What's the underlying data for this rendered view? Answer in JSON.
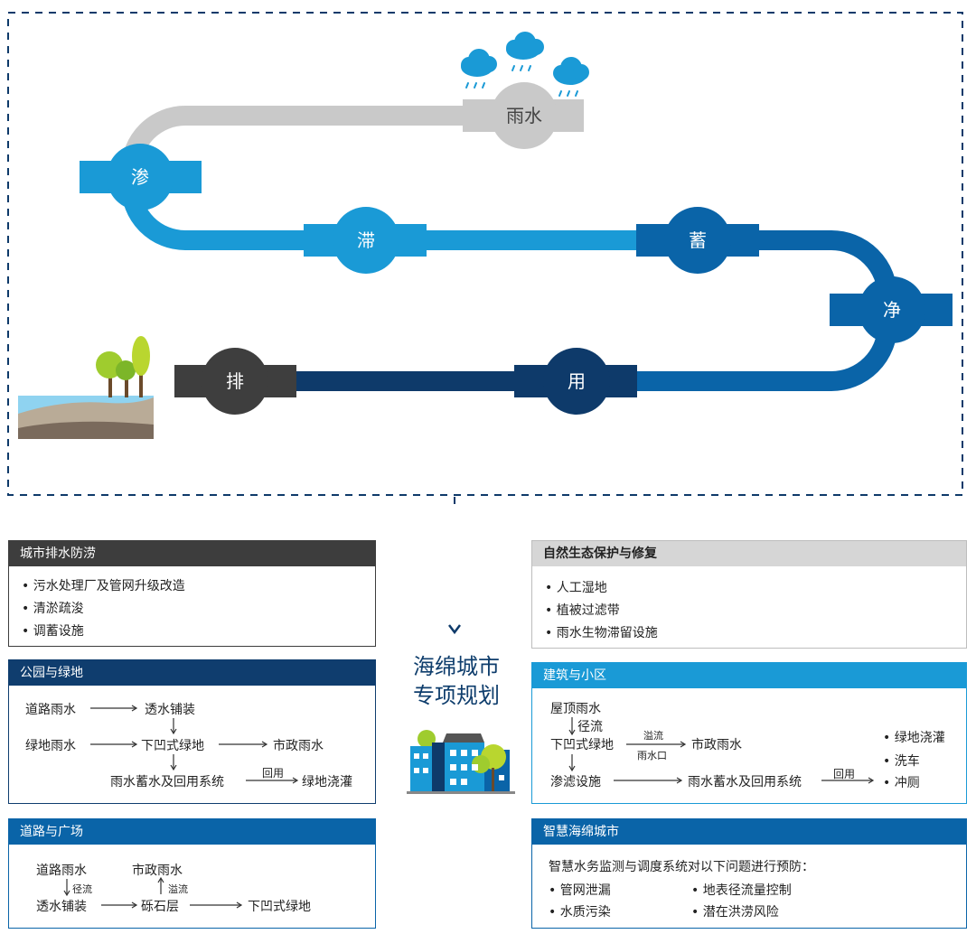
{
  "cycle": {
    "stages": {
      "rain": "雨水",
      "seep": "渗",
      "retain": "滞",
      "store": "蓄",
      "purify": "净",
      "use": "用",
      "drain": "排"
    }
  },
  "center_title": [
    "海绵城市",
    "专项规划"
  ],
  "boxes": {
    "urban_drainage": {
      "title": "城市排水防涝",
      "items": [
        "• 污水处理厂及管网升级改造",
        "• 清淤疏浚",
        "• 调蓄设施"
      ]
    },
    "ecology": {
      "title": "自然生态保护与修复",
      "items": [
        "• 人工湿地",
        "• 植被过滤带",
        "• 雨水生物滞留设施"
      ]
    },
    "parks": {
      "title": "公园与绿地",
      "road_rain": "道路雨水",
      "permeable_paving": "透水铺装",
      "green_rain": "绿地雨水",
      "sunken_green": "下凹式绿地",
      "municipal_rain": "市政雨水",
      "storage_system": "雨水蓄水及回用系统",
      "reuse": "回用",
      "green_irrigation": "绿地浇灌"
    },
    "buildings": {
      "title": "建筑与小区",
      "roof_rain": "屋顶雨水",
      "runoff": "径流",
      "sunken_green": "下凹式绿地",
      "overflow": "溢流",
      "rain_inlet": "雨水口",
      "municipal_rain": "市政雨水",
      "filter": "渗滤设施",
      "storage_system": "雨水蓄水及回用系统",
      "reuse": "回用",
      "uses": [
        "• 绿地浇灌",
        "• 洗车",
        "• 冲厕"
      ]
    },
    "roads": {
      "title": "道路与广场",
      "road_rain": "道路雨水",
      "municipal_rain": "市政雨水",
      "runoff": "径流",
      "overflow": "溢流",
      "permeable_paving": "透水铺装",
      "gravel": "砾石层",
      "sunken_green": "下凹式绿地"
    },
    "smart": {
      "title": "智慧海绵城市",
      "intro": "智慧水务监测与调度系统对以下问题进行预防：",
      "items": [
        "• 管网泄漏",
        "• 地表径流量控制",
        "• 水质污染",
        "• 潜在洪涝风险"
      ]
    }
  },
  "colors": {
    "grey_pipe": "#c9c9c9",
    "light_blue": "#1a9ad6",
    "mid_blue": "#0a64a8",
    "navy": "#0e3a6a",
    "dark_grey": "#3e3e3e",
    "box_dark_header": "#3d3d3d",
    "box_grey_header": "#d6d6d6",
    "box_navy_header": "#0f3d6e",
    "box_blue_header": "#1a9ad6",
    "box_mid_header": "#0a64a8"
  }
}
